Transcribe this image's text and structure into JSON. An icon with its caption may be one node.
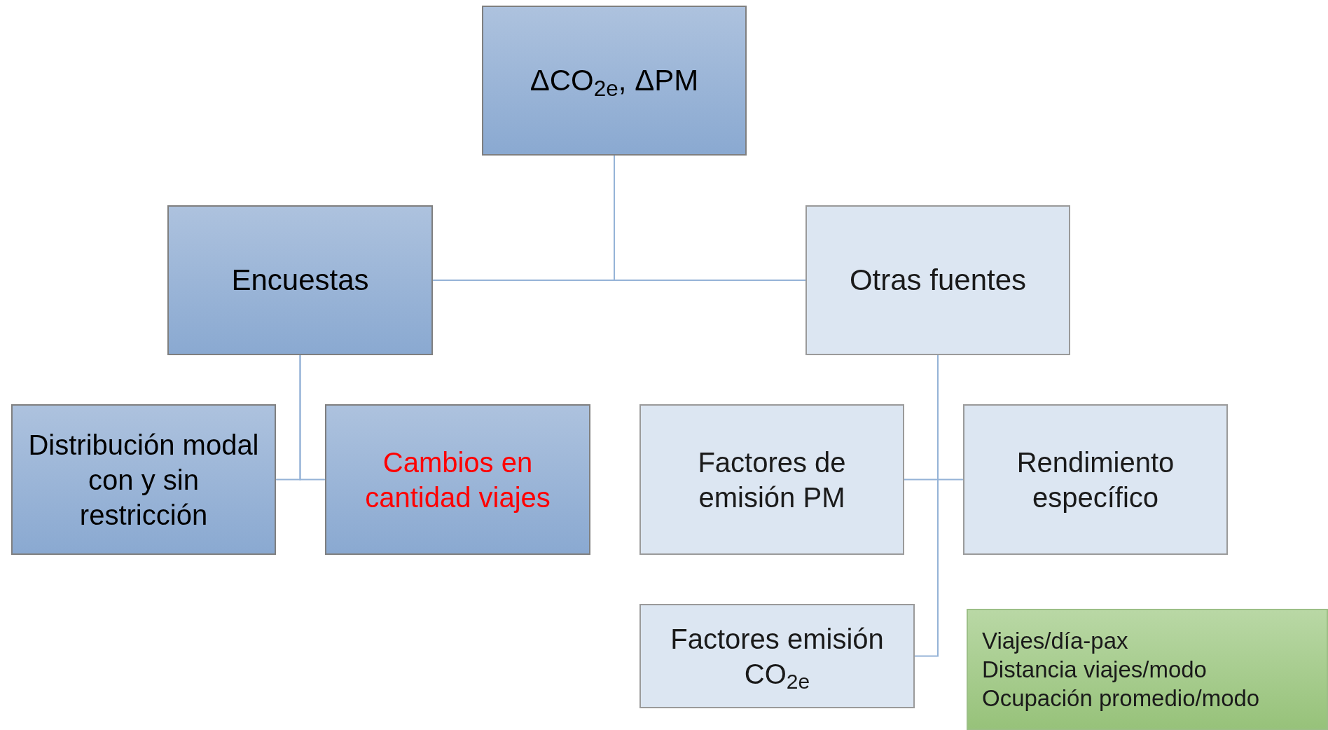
{
  "diagram": {
    "nodes": [
      {
        "text": [
          "ΔCO$_{2e}$, ΔPM"
        ]
      },
      {
        "text": [
          "Encuestas"
        ]
      },
      {
        "text": [
          "Otras fuentes"
        ]
      },
      {
        "text": [
          "Distribución modal con y sin restricción"
        ]
      },
      {
        "text": [
          "Cambios en cantidad viajes"
        ]
      },
      {
        "text": [
          "Factores de emisión PM"
        ]
      },
      {
        "text": [
          "Rendimiento específico"
        ]
      },
      {
        "text": [
          "Factores emisión CO$_{2e}$"
        ]
      },
      {
        "text": [
          "Viajes/día-pax",
          "Distancia viajes/modo",
          "Ocupación promedio/modo"
        ]
      }
    ],
    "edges": [
      {
        "from": 0,
        "to": 1,
        "arrow": "none"
      },
      {
        "from": 0,
        "to": 2,
        "arrow": "none"
      },
      {
        "from": 1,
        "to": 3,
        "arrow": "none"
      },
      {
        "from": 1,
        "to": 4,
        "arrow": "none"
      },
      {
        "from": 2,
        "to": 5,
        "arrow": "none"
      },
      {
        "from": 2,
        "to": 6,
        "arrow": "none"
      },
      {
        "from": 2,
        "to": 7,
        "arrow": "none"
      }
    ]
  }
}
